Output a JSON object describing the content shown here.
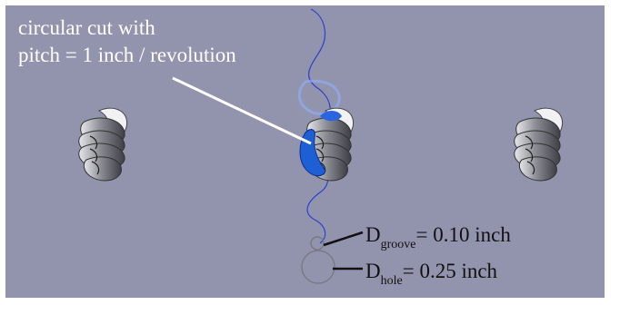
{
  "annotation": {
    "line1": "circular cut with",
    "line2": "pitch = 1 inch / revolution"
  },
  "dimensions": {
    "groove": {
      "symbol": "D",
      "subscript": "groove",
      "value": "= 0.10 inch"
    },
    "hole": {
      "symbol": "D",
      "subscript": "hole",
      "value": "= 0.25 inch"
    }
  },
  "colors": {
    "background": "#9294ad",
    "helix": "#2a3fd0",
    "cut_highlight": "#1f5fd6",
    "part_light": "#d8d8dc",
    "part_dark": "#4a4a52"
  }
}
